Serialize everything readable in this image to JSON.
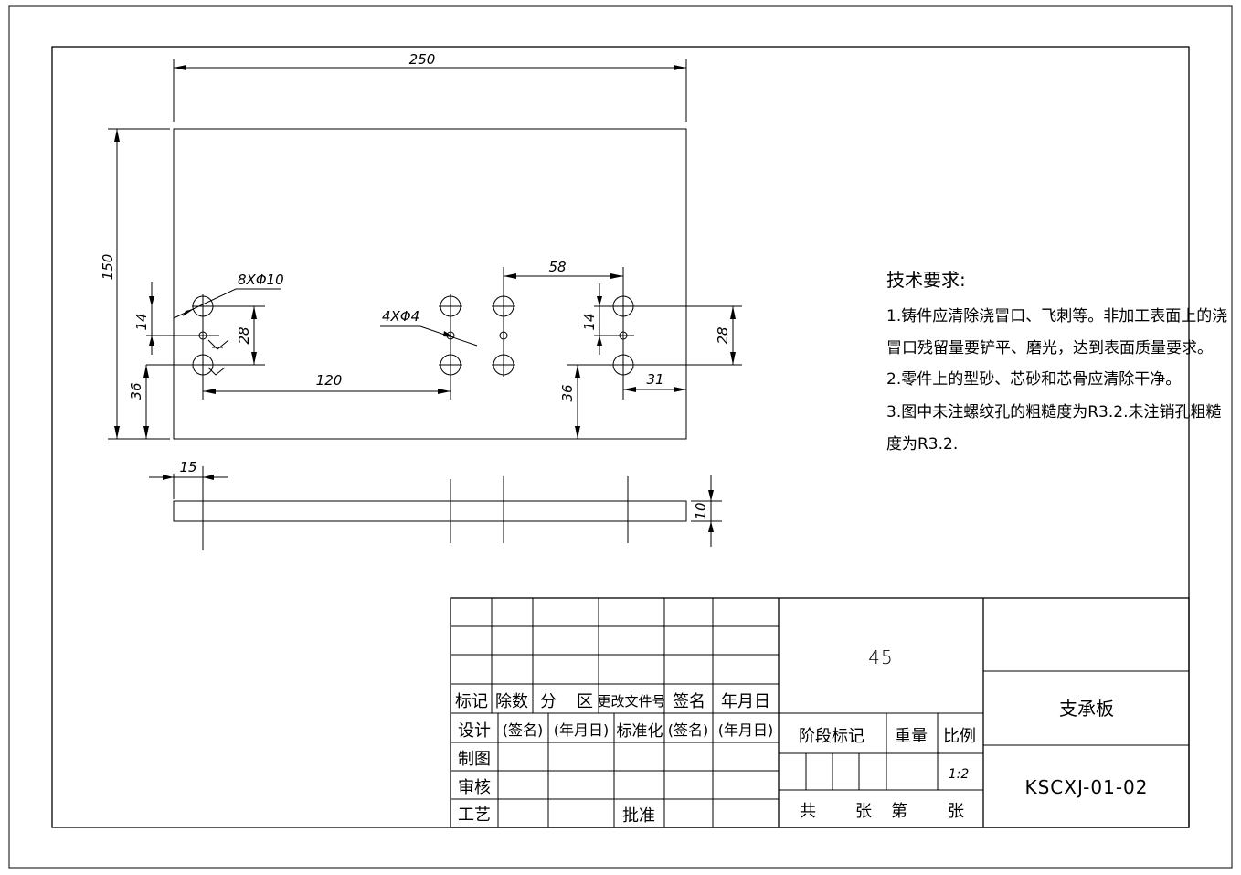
{
  "drawing": {
    "dimensions": {
      "width_250": "250",
      "height_150": "150",
      "holes_8x10": "8XΦ10",
      "holes_4x4": "4XΦ4",
      "spacing_58": "58",
      "spacing_14_left": "14",
      "spacing_28_left": "28",
      "spacing_36_left": "36",
      "spacing_120": "120",
      "spacing_14_right": "14",
      "spacing_28_right": "28",
      "spacing_36_right": "36",
      "spacing_31": "31",
      "side_15": "15",
      "thickness_10": "10"
    },
    "technical_requirements": {
      "title": "技术要求:",
      "lines": [
        "1.铸件应清除浇冒口、飞刺等。非加工表面上的浇",
        "冒口残留量要铲平、磨光，达到表面质量要求。",
        "2.零件上的型砂、芯砂和芯骨应清除干净。",
        "3.图中未注螺纹孔的粗糙度为R3.2.未注销孔粗糙",
        "度为R3.2."
      ]
    }
  },
  "title_block": {
    "material": "45",
    "part_name": "支承板",
    "drawing_number": "KSCXJ-01-02",
    "scale_value": "1:2",
    "headers": {
      "mark": "标记",
      "count": "除数",
      "zone_a": "分",
      "zone_b": "区",
      "change_doc": "更改文件号",
      "signature": "签名",
      "date": "年月日"
    },
    "row_design": {
      "design": "设计",
      "sign": "(签名)",
      "date": "(年月日)",
      "standardize": "标准化",
      "sign2": "(签名)",
      "date2": "(年月日)"
    },
    "roles": {
      "drafting": "制图",
      "review": "审核",
      "process": "工艺",
      "approve": "批准"
    },
    "stage_mark": "阶段标记",
    "weight": "重量",
    "scale": "比例",
    "total": "共",
    "sheets_a": "张",
    "nth": "第",
    "sheets_b": "张"
  }
}
